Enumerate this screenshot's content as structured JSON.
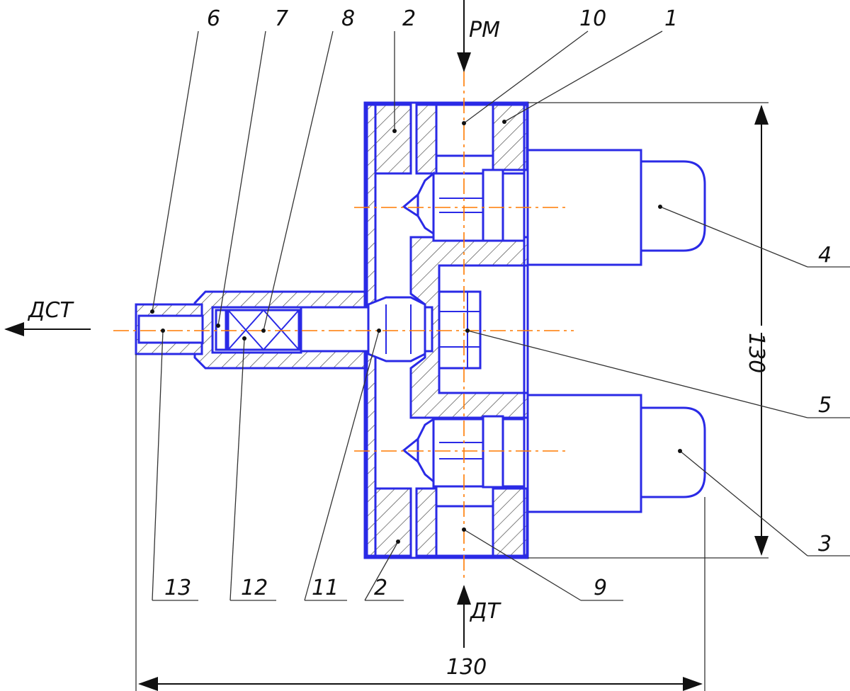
{
  "colors": {
    "outline": "#2a2ae6",
    "axis": "#ff7a00",
    "leader": "#333333",
    "text": "#111111"
  },
  "flows": {
    "rm": "РМ",
    "dst": "ДСТ",
    "dt": "ДТ"
  },
  "dimensions": {
    "height": "130",
    "width": "130"
  },
  "labels": {
    "top": [
      "6",
      "7",
      "8",
      "2",
      "10",
      "1"
    ],
    "right": [
      "4",
      "5",
      "3",
      "9"
    ],
    "bottom": [
      "13",
      "12",
      "11",
      "2"
    ]
  }
}
